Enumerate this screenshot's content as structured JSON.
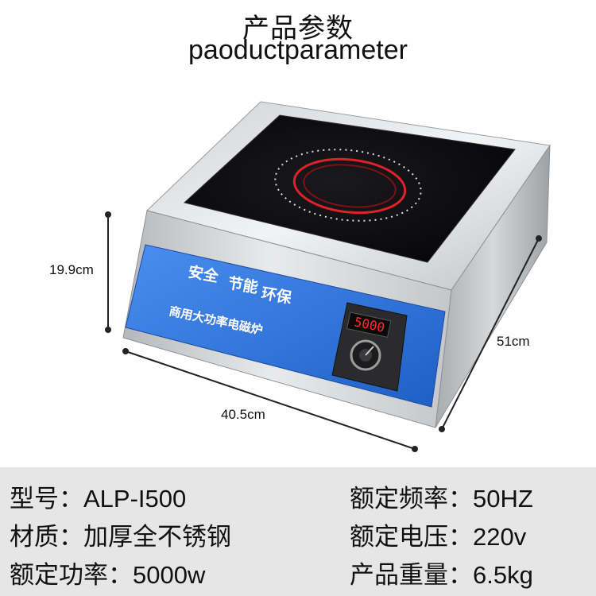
{
  "header": {
    "title_cn": "产品参数",
    "title_en": "paoductparameter"
  },
  "product": {
    "panel_slogan": [
      "安全",
      "节能",
      "环保"
    ],
    "panel_name": "商用大功率电磁炉",
    "display_value": "5000",
    "panel_color": "#2f74d8",
    "heating_ring_color": "#e0202a"
  },
  "dimensions": {
    "height": "19.9cm",
    "width": "40.5cm",
    "depth": "51cm"
  },
  "specs": {
    "left": [
      {
        "label": "型号：",
        "value": "ALP-I500"
      },
      {
        "label": "材质：",
        "value": "加厚全不锈钢"
      },
      {
        "label": "额定功率：",
        "value": "5000w"
      }
    ],
    "right": [
      {
        "label": "额定频率：",
        "value": "50HZ"
      },
      {
        "label": "额定电压：",
        "value": "220v"
      },
      {
        "label": "产品重量：",
        "value": "6.5kg"
      }
    ]
  }
}
